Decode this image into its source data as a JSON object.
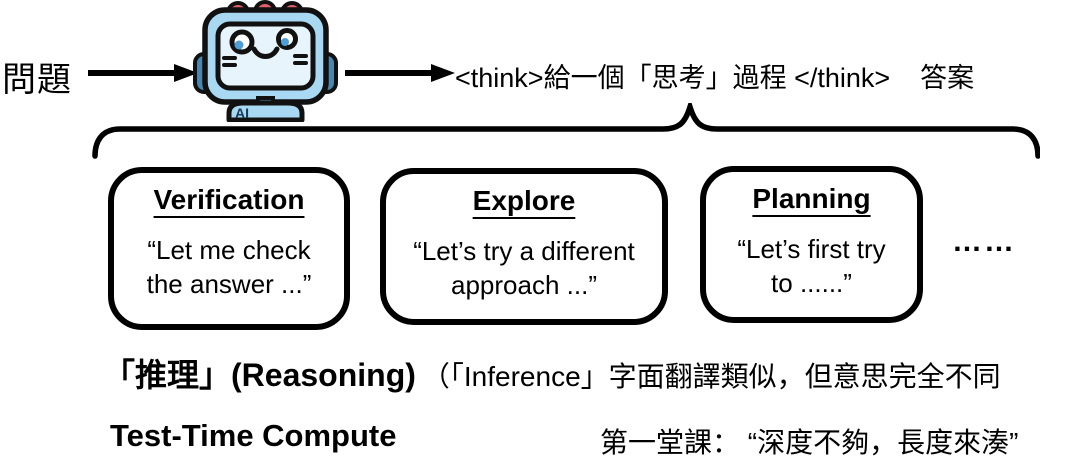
{
  "top_flow": {
    "question_label": "問題",
    "think_output": "<think>給一個「思考」過程 </think>",
    "answer_label": "答案"
  },
  "strategies": [
    {
      "title": "Verification",
      "quote_lines": [
        "“Let me check",
        "the answer ...”"
      ]
    },
    {
      "title": "Explore",
      "quote_lines": [
        "“Let’s try a different",
        "approach ...”"
      ]
    },
    {
      "title": "Planning",
      "quote_lines": [
        "“Let’s first try",
        "to ......”"
      ]
    }
  ],
  "more_dots": "……",
  "reasoning_line": {
    "bold_part": "「推理」(Reasoning)",
    "note_part": "（「Inference」字面翻譯類似，但意思完全不同"
  },
  "bottom": {
    "left_title": "Test-Time Compute",
    "right_note": "第一堂課： “深度不夠，長度來湊”"
  },
  "icons": {
    "robot": "ai-robot-icon",
    "arrow": "right-arrow-icon",
    "brace": "curly-brace-icon"
  },
  "colors": {
    "ink": "#000000",
    "robot_body": "#a9d9f2",
    "robot_screen": "#e7f4fc",
    "robot_accent": "#4a86ad",
    "robot_bumps": "#e2606b",
    "robot_text": "#163a57"
  }
}
